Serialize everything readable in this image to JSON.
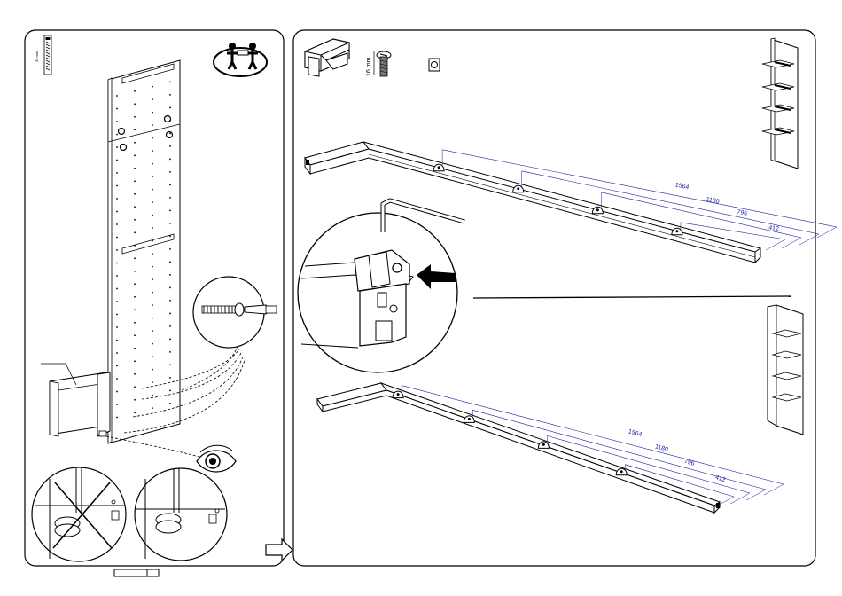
{
  "step_left": {
    "screw_length_label": "35 mm",
    "two_person_icon": "two-person-lift-icon"
  },
  "step_right": {
    "screw_length_label": "16 mm",
    "icons": [
      "shelf-bracket-icon",
      "screw-icon",
      "square-nut-icon",
      "allen-key-icon"
    ],
    "rail_top_dimensions": [
      "1564",
      "1180",
      "796",
      "412"
    ],
    "rail_bottom_dimensions": [
      "1564",
      "1180",
      "796",
      "412"
    ]
  },
  "colors": {
    "line": "#000000",
    "dimension": "#1a1aa6",
    "background": "#ffffff"
  }
}
